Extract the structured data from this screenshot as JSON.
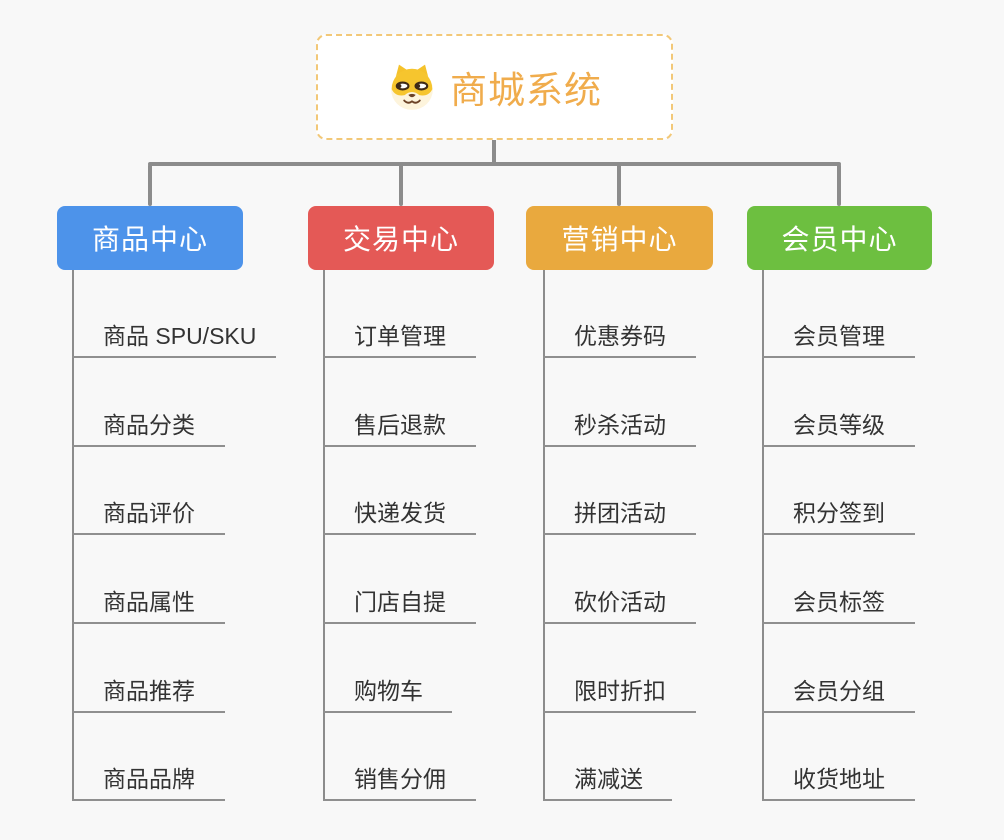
{
  "root": {
    "title": "商城系统",
    "icon": "shiba-dog-icon",
    "title_color": "#F0AC4C",
    "border_color": "#F2C878"
  },
  "connector_color": "#8C8C8C",
  "background_color": "#F8F8F8",
  "branches": [
    {
      "label": "商品中心",
      "color": "#4D93EA",
      "children": [
        "商品 SPU/SKU",
        "商品分类",
        "商品评价",
        "商品属性",
        "商品推荐",
        "商品品牌"
      ]
    },
    {
      "label": "交易中心",
      "color": "#E45956",
      "children": [
        "订单管理",
        "售后退款",
        "快递发货",
        "门店自提",
        "购物车",
        "销售分佣"
      ]
    },
    {
      "label": "营销中心",
      "color": "#E9A93E",
      "children": [
        "优惠券码",
        "秒杀活动",
        "拼团活动",
        "砍价活动",
        "限时折扣",
        "满减送"
      ]
    },
    {
      "label": "会员中心",
      "color": "#6DBF40",
      "children": [
        "会员管理",
        "会员等级",
        "积分签到",
        "会员标签",
        "会员分组",
        "收货地址"
      ]
    }
  ]
}
